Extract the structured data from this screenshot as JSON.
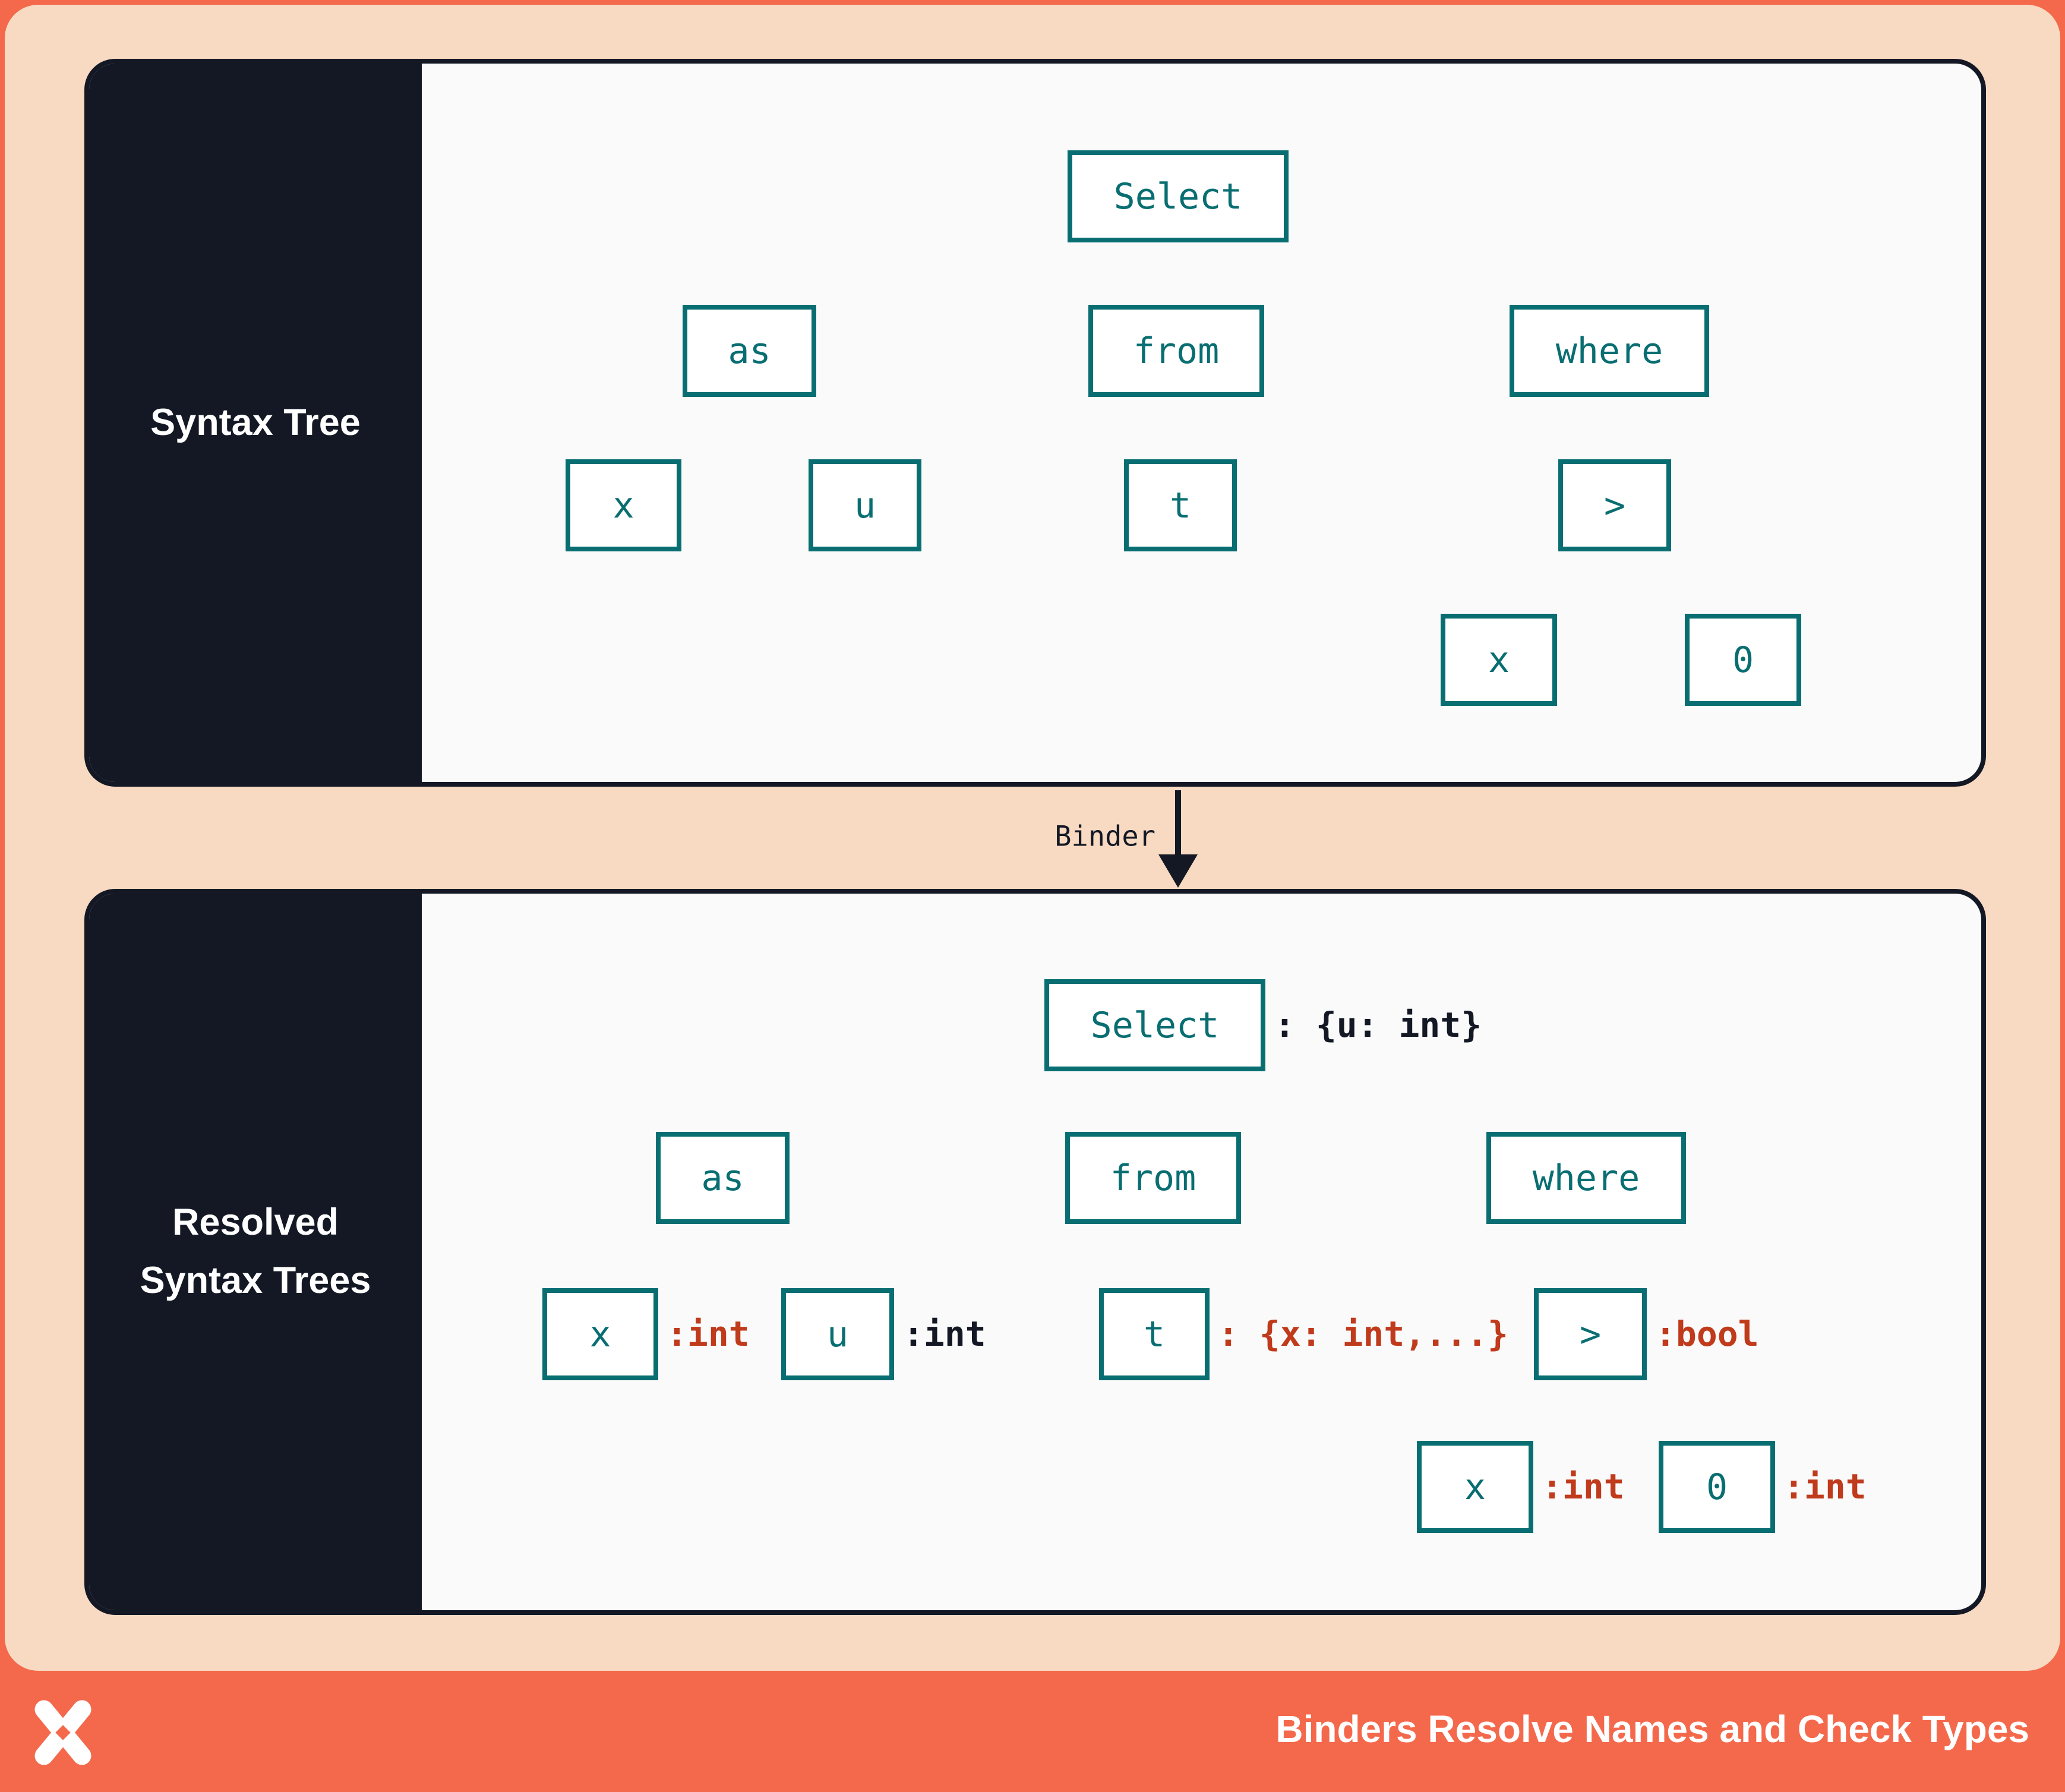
{
  "colors": {
    "coral": "#F4694C",
    "peach": "#F8DAC2",
    "navy": "#131824",
    "teal": "#096E72",
    "red": "#C03A1C",
    "panel_bg": "#FAFAFA"
  },
  "top_panel": {
    "sidebar_label": "Syntax Tree",
    "nodes": {
      "select": "Select",
      "as": "as",
      "from": "from",
      "where": "where",
      "x": "x",
      "u": "u",
      "t": "t",
      "gt": ">",
      "x2": "x",
      "zero": "0"
    }
  },
  "binder": {
    "label": "Binder"
  },
  "bottom_panel": {
    "sidebar_label_line1": "Resolved",
    "sidebar_label_line2": "Syntax Trees",
    "nodes": {
      "select": "Select",
      "as": "as",
      "from": "from",
      "where": "where",
      "x": "x",
      "u": "u",
      "t": "t",
      "gt": ">",
      "x2": "x",
      "zero": "0"
    },
    "annotations": {
      "select": ": {u: int}",
      "x": ":int",
      "u": ":int",
      "t": ": {x: int,...}",
      "gt": ":bool",
      "x2": ":int",
      "zero": ":int"
    }
  },
  "footer": {
    "title": "Binders Resolve Names and Check Types",
    "logo": "x-logo"
  }
}
